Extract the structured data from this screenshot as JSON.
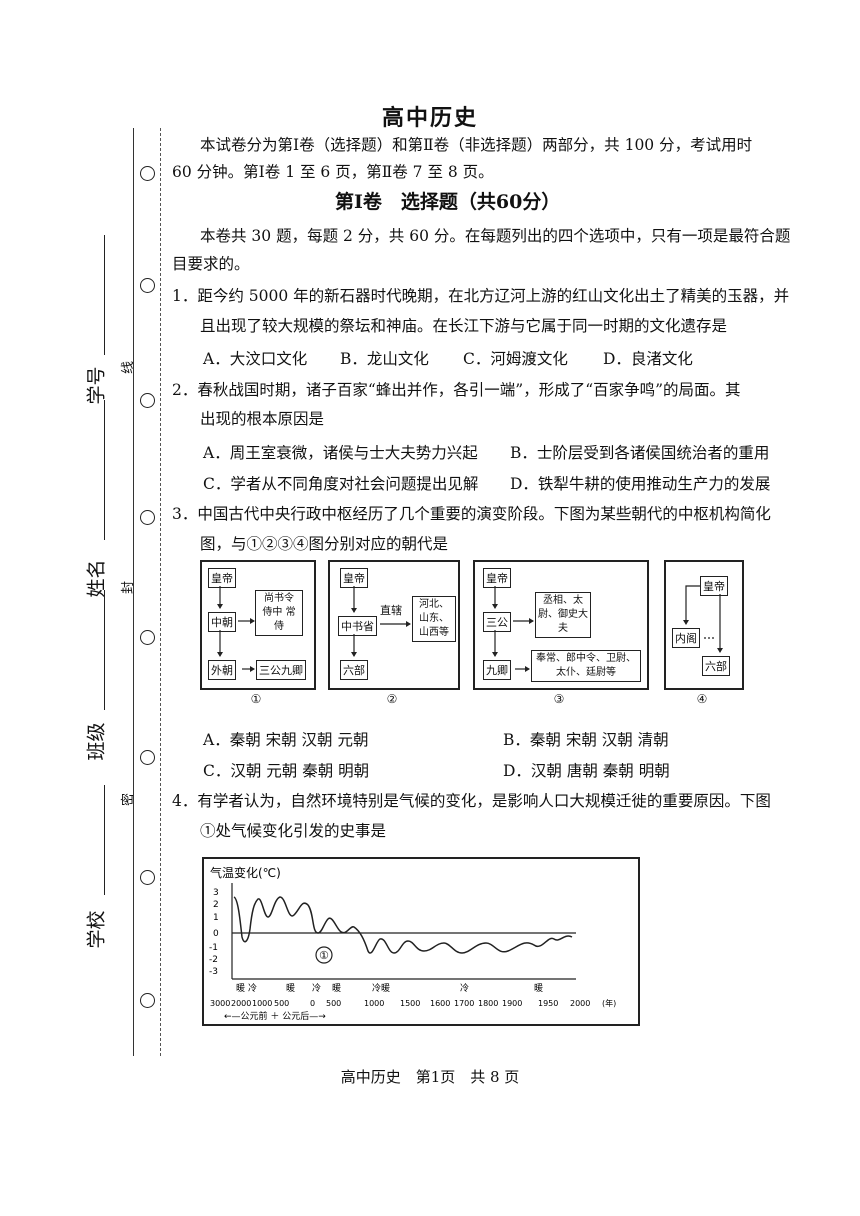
{
  "title": "高中历史",
  "intro": [
    "本试卷分为第Ⅰ卷（选择题）和第Ⅱ卷（非选择题）两部分，共 100 分，考试用时",
    "60 分钟。第Ⅰ卷 1 至 6 页，第Ⅱ卷 7 至 8 页。"
  ],
  "section1": "第Ⅰ卷　选择题（共60分）",
  "instructions": [
    "本卷共 30 题，每题 2 分，共 60 分。在每题列出的四个选项中，只有一项是最符合题",
    "目要求的。"
  ],
  "q1": {
    "stem": [
      "1．距今约 5000 年的新石器时代晚期，在北方辽河上游的红山文化出土了精美的玉器，并",
      "且出现了较大规模的祭坛和神庙。在长江下游与它属于同一时期的文化遗存是"
    ],
    "options": [
      "A．大汶口文化",
      "B．龙山文化",
      "C．河姆渡文化",
      "D．良渚文化"
    ]
  },
  "q2": {
    "stem": [
      "2．春秋战国时期，诸子百家“蜂出并作，各引一端”，形成了“百家争鸣”的局面。其",
      "出现的根本原因是"
    ],
    "options": [
      "A．周王室衰微，诸侯与士大夫势力兴起",
      "B．士阶层受到各诸侯国统治者的重用",
      "C．学者从不同角度对社会问题提出见解",
      "D．铁犁牛耕的使用推动生产力的发展"
    ]
  },
  "q3": {
    "stem": [
      "3．中国古代中央行政中枢经历了几个重要的演变阶段。下图为某些朝代的中枢机构简化",
      "图，与①②③④图分别对应的朝代是"
    ],
    "diagrams": [
      {
        "caption": "①",
        "boxes": [
          "皇帝",
          "中朝",
          "尚书令 侍中 常侍",
          "外朝",
          "三公九卿"
        ]
      },
      {
        "caption": "②",
        "boxes": [
          "皇帝",
          "中书省",
          "直辖",
          "河北、山东、山西等",
          "六部"
        ]
      },
      {
        "caption": "③",
        "boxes": [
          "皇帝",
          "三公",
          "丞相、太尉、御史大夫",
          "九卿",
          "奉常、郎中令、卫尉、太仆、廷尉等"
        ]
      },
      {
        "caption": "④",
        "boxes": [
          "皇帝",
          "内阁",
          "六部"
        ]
      }
    ],
    "options": [
      "A．秦朝 宋朝 汉朝 元朝",
      "B．秦朝 宋朝 汉朝 清朝",
      "C．汉朝 元朝 秦朝 明朝",
      "D．汉朝 唐朝 秦朝 明朝"
    ]
  },
  "q4": {
    "stem": [
      "4．有学者认为，自然环境特别是气候的变化，是影响人口大规模迁徙的重要原因。下图",
      "①处气候变化引发的史事是"
    ],
    "chart": {
      "ylabel": "气温变化(℃)",
      "y_ticks": [
        "3",
        "2",
        "1",
        "0",
        "-1",
        "-2",
        "-3"
      ],
      "marker": "①",
      "period_labels": [
        "暖",
        "冷",
        "暖",
        "冷",
        "暖",
        "冷暖",
        "冷",
        "暖"
      ],
      "x_ticks": [
        "3000",
        "2000",
        "1000",
        "500",
        "0",
        "500",
        "1000",
        "1500",
        "1600",
        "1700",
        "1800",
        "1900",
        "1950",
        "2000",
        "(年)"
      ],
      "era_labels": "←—公元前 ＋ 公元后—→"
    }
  },
  "margin": {
    "labels": [
      "学号",
      "姓名",
      "班级",
      "学校"
    ],
    "seal_chars": [
      "线",
      "封",
      "密"
    ]
  },
  "footer": "高中历史　第1页　共 8 页"
}
